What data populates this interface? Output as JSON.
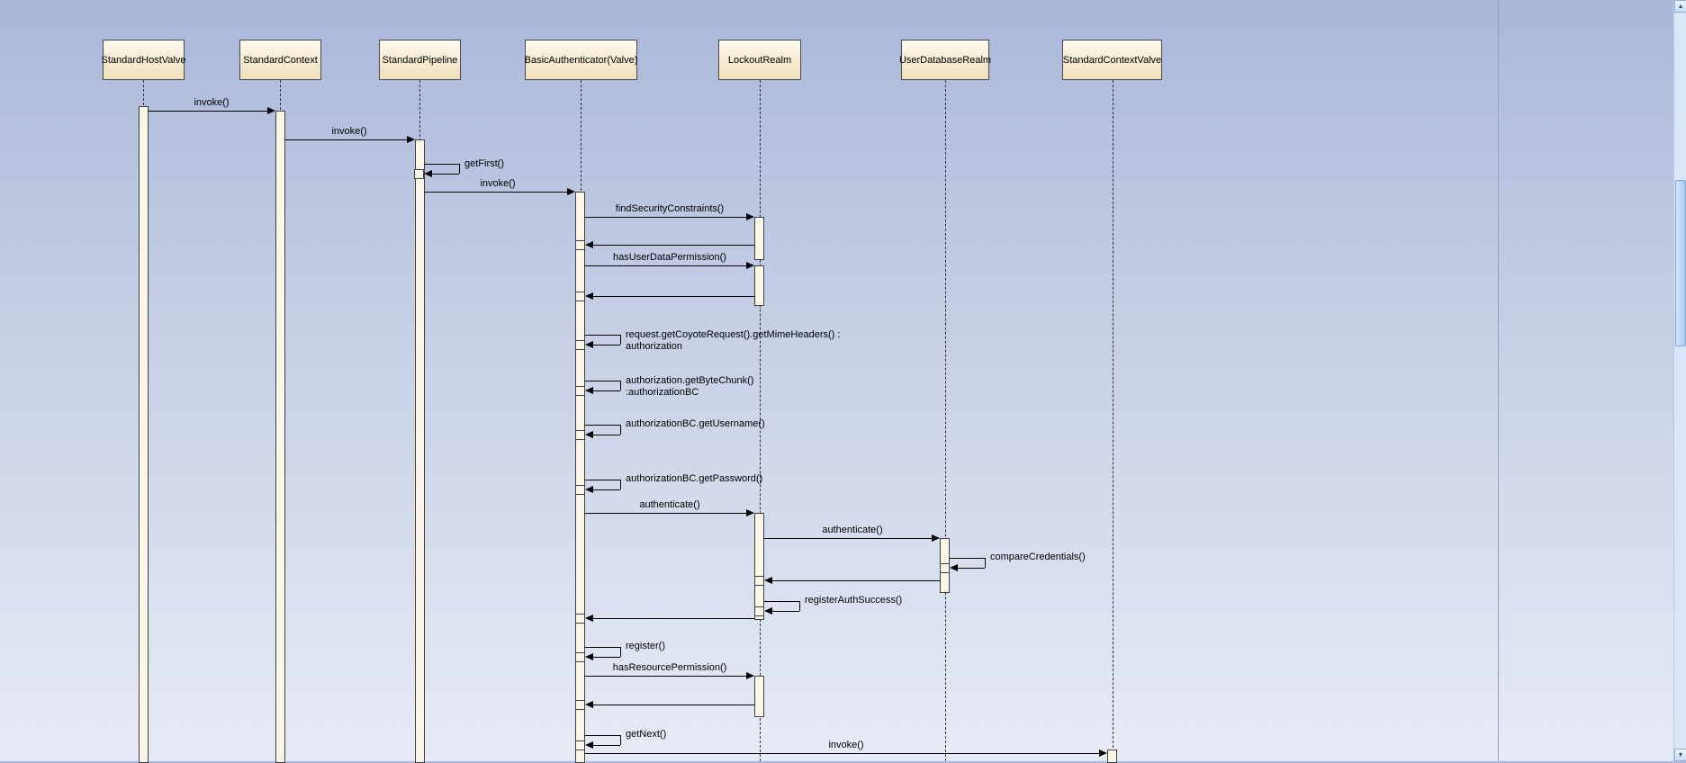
{
  "diagram": {
    "actors": [
      {
        "name": "StandardHostValve"
      },
      {
        "name": "StandardContext"
      },
      {
        "name": "StandardPipeline"
      },
      {
        "name": "BasicAuthenticator(Valve)"
      },
      {
        "name": "LockoutRealm"
      },
      {
        "name": "UserDatabaseRealm"
      },
      {
        "name": "StandardContextValve"
      }
    ],
    "messages": [
      {
        "label": "invoke()",
        "from": "StandardHostValve",
        "to": "StandardContext",
        "type": "call"
      },
      {
        "label": "invoke()",
        "from": "StandardContext",
        "to": "StandardPipeline",
        "type": "call"
      },
      {
        "label": "getFirst()",
        "from": "StandardPipeline",
        "to": "StandardPipeline",
        "type": "self"
      },
      {
        "label": "invoke()",
        "from": "StandardPipeline",
        "to": "BasicAuthenticator(Valve)",
        "type": "call"
      },
      {
        "label": "findSecurityConstraints()",
        "from": "BasicAuthenticator(Valve)",
        "to": "LockoutRealm",
        "type": "call"
      },
      {
        "label": "",
        "from": "LockoutRealm",
        "to": "BasicAuthenticator(Valve)",
        "type": "return"
      },
      {
        "label": "hasUserDataPermission()",
        "from": "BasicAuthenticator(Valve)",
        "to": "LockoutRealm",
        "type": "call"
      },
      {
        "label": "",
        "from": "LockoutRealm",
        "to": "BasicAuthenticator(Valve)",
        "type": "return"
      },
      {
        "label": "request.getCoyoteRequest().getMimeHeaders() :\nauthorization",
        "from": "BasicAuthenticator(Valve)",
        "to": "BasicAuthenticator(Valve)",
        "type": "self"
      },
      {
        "label": "authorization.getByteChunk()\n:authorizationBC",
        "from": "BasicAuthenticator(Valve)",
        "to": "BasicAuthenticator(Valve)",
        "type": "self"
      },
      {
        "label": "authorizationBC.getUsername()",
        "from": "BasicAuthenticator(Valve)",
        "to": "BasicAuthenticator(Valve)",
        "type": "self"
      },
      {
        "label": "authorizationBC.getPassword()",
        "from": "BasicAuthenticator(Valve)",
        "to": "BasicAuthenticator(Valve)",
        "type": "self"
      },
      {
        "label": "authenticate()",
        "from": "BasicAuthenticator(Valve)",
        "to": "LockoutRealm",
        "type": "call"
      },
      {
        "label": "authenticate()",
        "from": "LockoutRealm",
        "to": "UserDatabaseRealm",
        "type": "call"
      },
      {
        "label": "compareCredentials()",
        "from": "UserDatabaseRealm",
        "to": "UserDatabaseRealm",
        "type": "self"
      },
      {
        "label": "",
        "from": "UserDatabaseRealm",
        "to": "LockoutRealm",
        "type": "return"
      },
      {
        "label": "registerAuthSuccess()",
        "from": "LockoutRealm",
        "to": "LockoutRealm",
        "type": "self"
      },
      {
        "label": "",
        "from": "LockoutRealm",
        "to": "BasicAuthenticator(Valve)",
        "type": "return"
      },
      {
        "label": "register()",
        "from": "BasicAuthenticator(Valve)",
        "to": "BasicAuthenticator(Valve)",
        "type": "self"
      },
      {
        "label": "hasResourcePermission()",
        "from": "BasicAuthenticator(Valve)",
        "to": "LockoutRealm",
        "type": "call"
      },
      {
        "label": "",
        "from": "LockoutRealm",
        "to": "BasicAuthenticator(Valve)",
        "type": "return"
      },
      {
        "label": "getNext()",
        "from": "BasicAuthenticator(Valve)",
        "to": "BasicAuthenticator(Valve)",
        "type": "self"
      },
      {
        "label": "invoke()",
        "from": "BasicAuthenticator(Valve)",
        "to": "StandardContextValve",
        "type": "call"
      }
    ]
  },
  "scrollbar": {
    "up": "▲",
    "down": "▼"
  }
}
